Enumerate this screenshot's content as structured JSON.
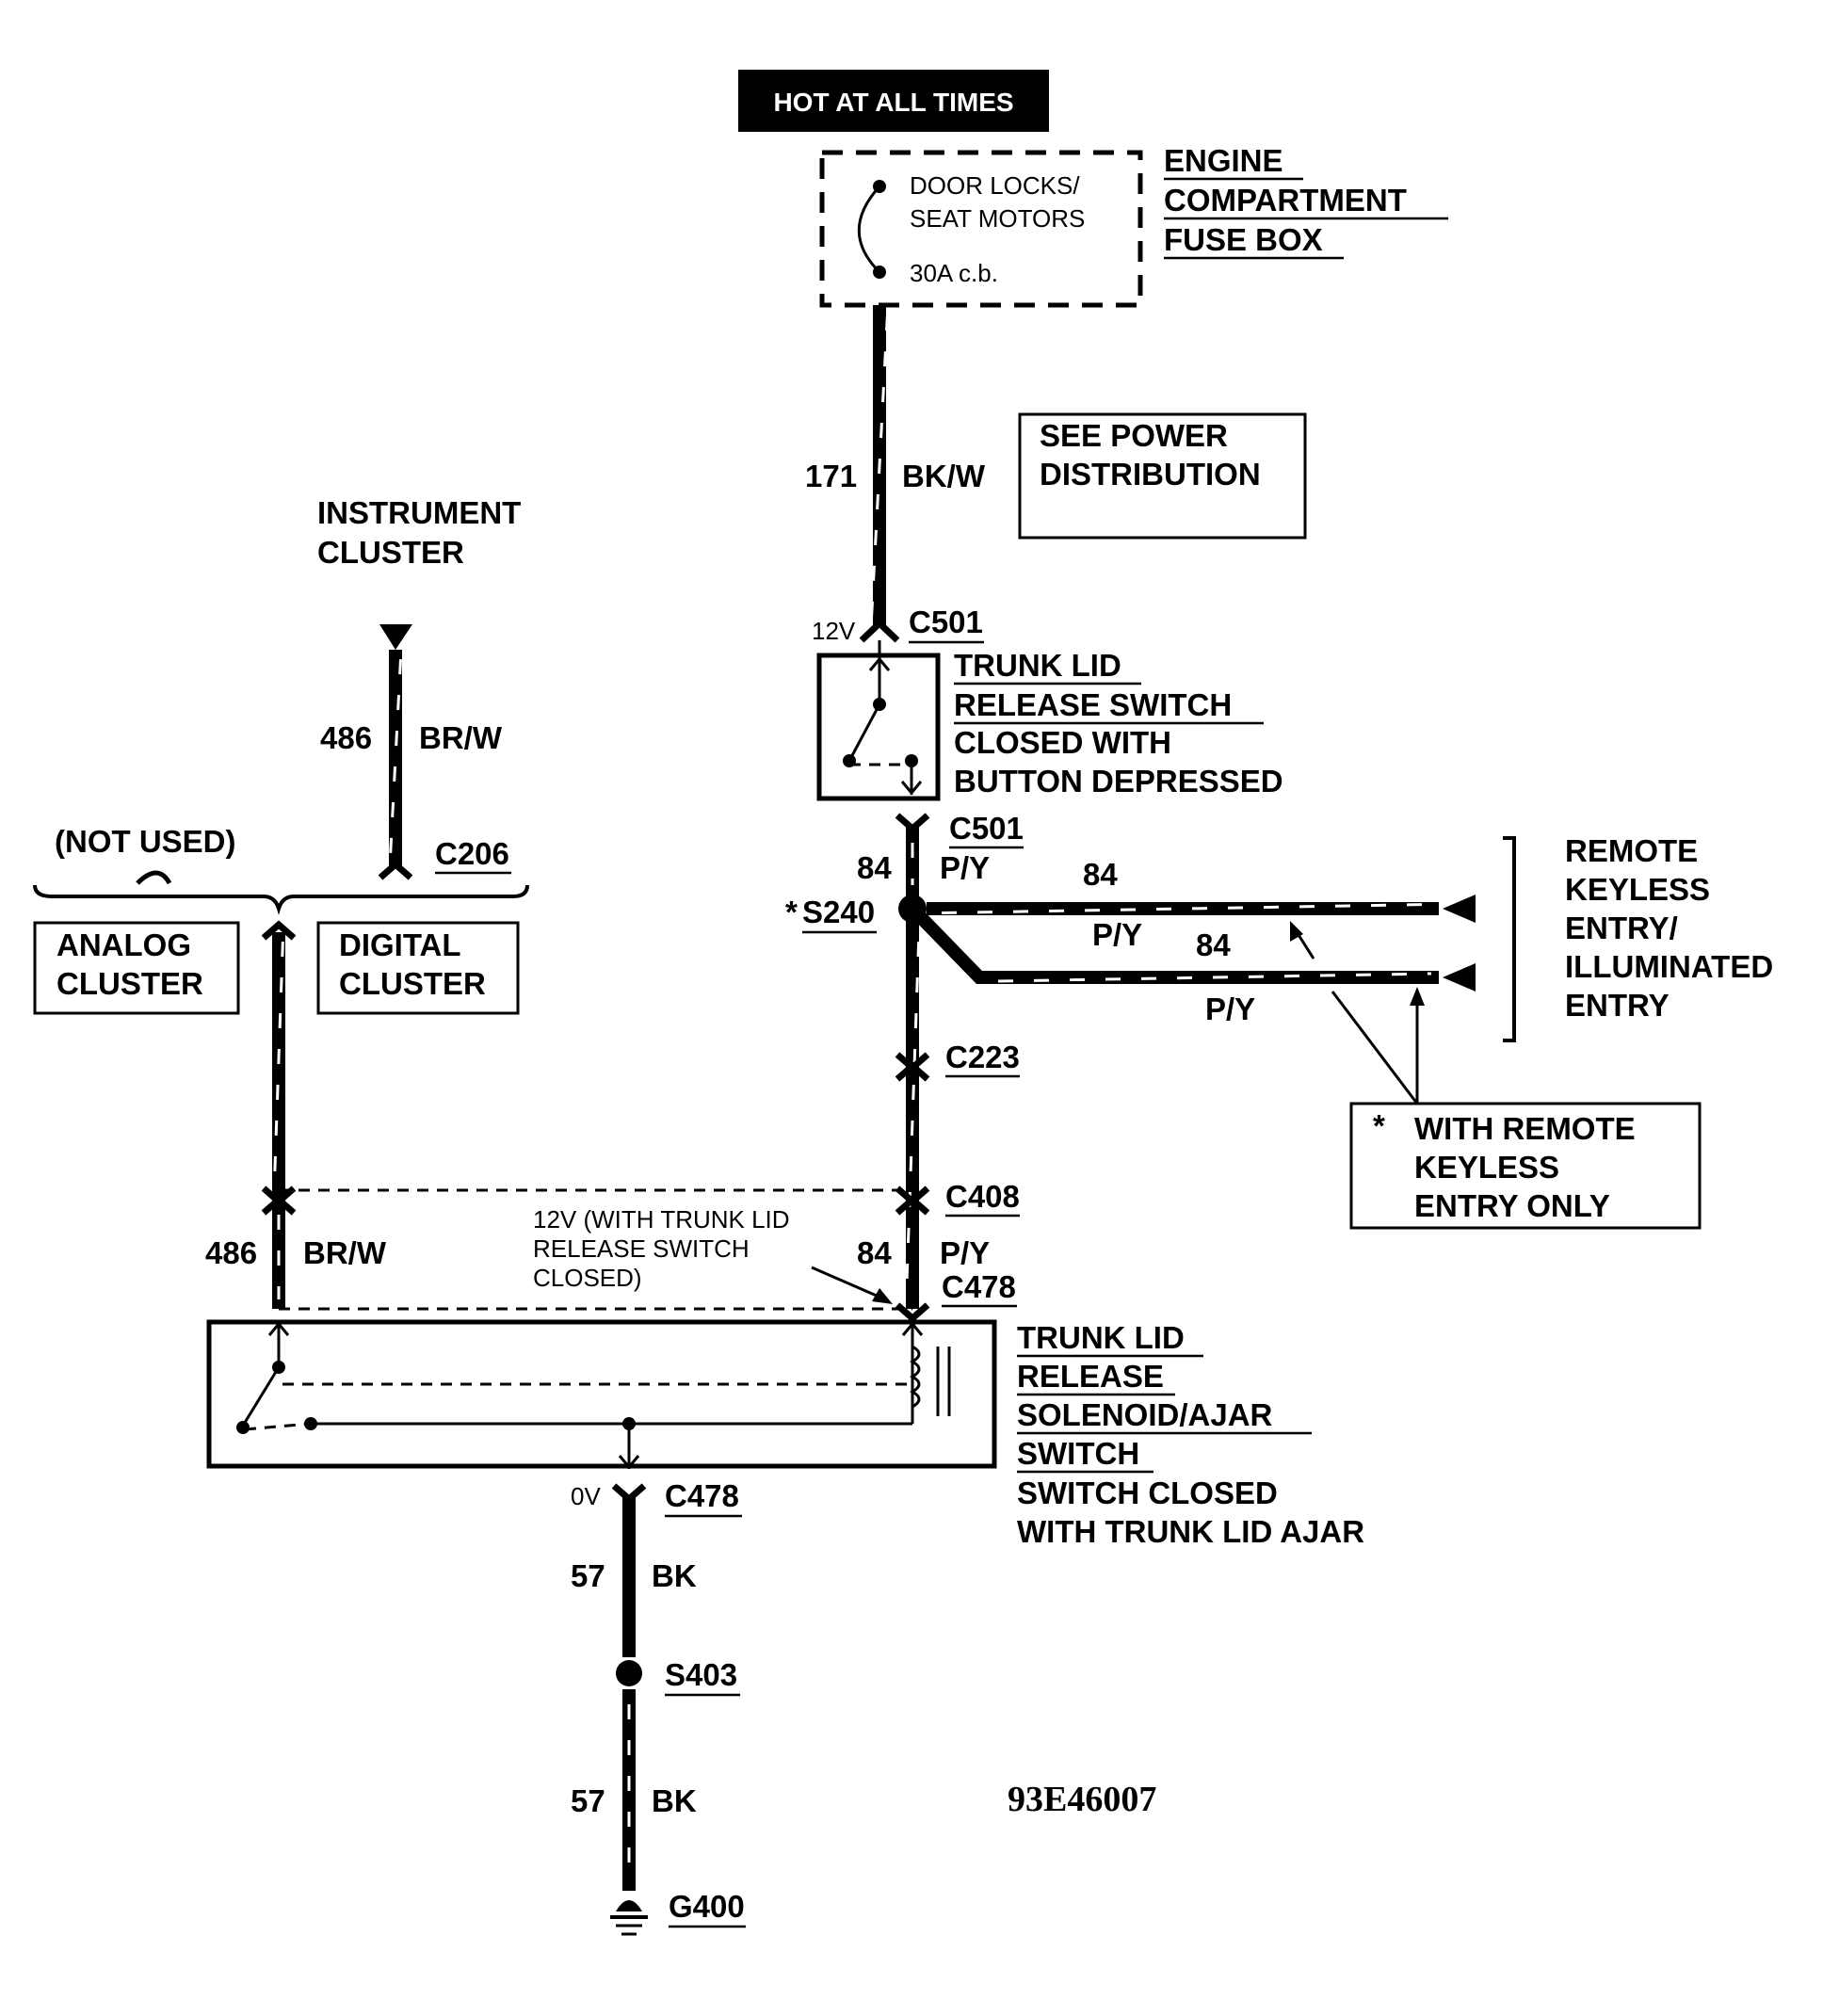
{
  "diagram": {
    "hot_at_all_times": "HOT AT ALL TIMES",
    "fuse_box": {
      "title": [
        "ENGINE",
        "COMPARTMENT",
        "FUSE BOX"
      ],
      "fuse_label": [
        "DOOR LOCKS/",
        "SEAT MOTORS"
      ],
      "rating": "30A c.b."
    },
    "wire_171": {
      "number": "171",
      "color": "BK/W"
    },
    "see_power": [
      "SEE POWER",
      "DISTRIBUTION"
    ],
    "instrument_cluster": [
      "INSTRUMENT",
      "CLUSTER"
    ],
    "wire_486_top": {
      "number": "486",
      "color": "BR/W"
    },
    "not_used": "(NOT USED)",
    "c206": "C206",
    "analog_cluster": [
      "ANALOG",
      "CLUSTER"
    ],
    "digital_cluster": [
      "DIGITAL",
      "CLUSTER"
    ],
    "voltage_12v": "12V",
    "c501_top": "C501",
    "trunk_switch": {
      "title": [
        "TRUNK LID",
        "RELEASE SWITCH"
      ],
      "note": [
        "CLOSED WITH",
        "BUTTON DEPRESSED"
      ]
    },
    "c501_bottom": "C501",
    "wire_84_a": {
      "number": "84",
      "color": "P/Y"
    },
    "s240": "S240",
    "s240_star": "*",
    "wire_84_b": {
      "number": "84",
      "color": "P/Y"
    },
    "wire_84_c": {
      "number": "84",
      "color": "P/Y"
    },
    "remote_keyless": [
      "REMOTE",
      "KEYLESS",
      "ENTRY/",
      "ILLUMINATED",
      "ENTRY"
    ],
    "with_remote": {
      "star": "*",
      "lines": [
        "WITH REMOTE",
        "KEYLESS",
        "ENTRY ONLY"
      ]
    },
    "c223": "C223",
    "c408": "C408",
    "wire_486_bottom": {
      "number": "486",
      "color": "BR/W"
    },
    "note_12v": [
      "12V (WITH TRUNK LID",
      "RELEASE SWITCH",
      "CLOSED)"
    ],
    "wire_84_d": {
      "number": "84",
      "color": "P/Y"
    },
    "c478_top": "C478",
    "solenoid": {
      "title": [
        "TRUNK LID",
        "RELEASE",
        "SOLENOID/AJAR",
        "SWITCH"
      ],
      "note": [
        "SWITCH CLOSED",
        "WITH TRUNK LID AJAR"
      ]
    },
    "voltage_0v": "0V",
    "c478_bottom": "C478",
    "wire_57_a": {
      "number": "57",
      "color": "BK"
    },
    "s403": "S403",
    "wire_57_b": {
      "number": "57",
      "color": "BK"
    },
    "g400": "G400",
    "figure_code": "93E46007"
  }
}
